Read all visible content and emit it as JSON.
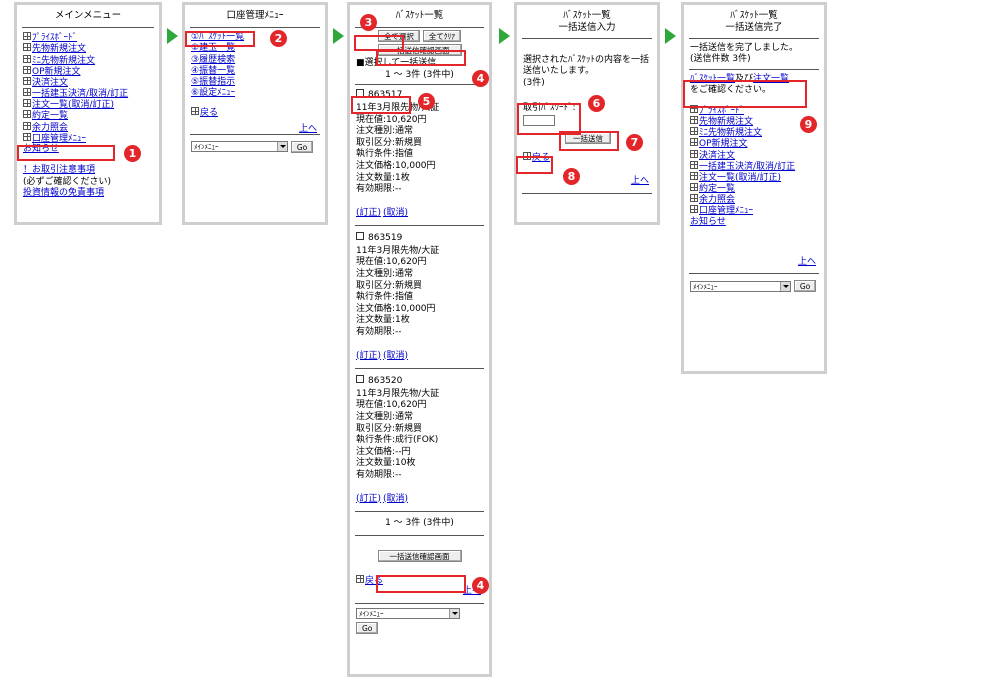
{
  "panel1": {
    "title": "メインメニュー",
    "items": [
      "ﾌﾟﾗｲｽﾎﾞｰﾄﾞ",
      "先物新規注文",
      "ﾐﾆ先物新規注文",
      "OP新規注文",
      "決済注文",
      "一括建玉決済/取消/訂正",
      "注文一覧(取消/訂正)",
      "約定一覧",
      "余力照会",
      "口座管理ﾒﾆｭｰ"
    ],
    "oshirase": "お知らせ",
    "notice_link": "！お取引注意事項",
    "notice_text": "(必ずご確認ください)",
    "disclaimer": "投資情報の免責事項"
  },
  "panel2": {
    "title": "口座管理ﾒﾆｭｰ",
    "items": [
      "①ﾊﾞｽｹｯﾄ一覧",
      "②建玉一覧",
      "③履歴検索",
      "④振替一覧",
      "⑤振替指示",
      "⑥設定ﾒﾆｭｰ"
    ],
    "back": "戻る",
    "up": "上へ",
    "select": "ﾒｲﾝﾒﾆｭｰ",
    "go": "Go"
  },
  "panel3": {
    "title": "ﾊﾞｽｹｯﾄ一覧",
    "select_all": "全て選択",
    "clear_all": "全てｸﾘｱ",
    "confirm_button": "一括送信確認画面",
    "selected_note": "■選択して一括送信",
    "range": "1 ～ 3件 (3件中)",
    "orders": [
      {
        "id": "863517",
        "lines": [
          "11年3月限先物/大証",
          "現在値:10,620円",
          "注文種別:通常",
          "取引区分:新規買",
          "執行条件:指値",
          "注文価格:10,000円",
          "注文数量:1枚",
          "有効期限:--"
        ]
      },
      {
        "id": "863519",
        "lines": [
          "11年3月限先物/大証",
          "現在値:10,620円",
          "注文種別:通常",
          "取引区分:新規買",
          "執行条件:指値",
          "注文価格:10,000円",
          "注文数量:1枚",
          "有効期限:--"
        ]
      },
      {
        "id": "863520",
        "lines": [
          "11年3月限先物/大証",
          "現在値:10,620円",
          "注文種別:通常",
          "取引区分:新規買",
          "執行条件:成行(FOK)",
          "注文価格:--円",
          "注文数量:10枚",
          "有効期限:--"
        ]
      }
    ],
    "edit": "(訂正)",
    "cancel": "(取消)",
    "back": "戻る",
    "up": "上へ",
    "select": "ﾒｲﾝﾒﾆｭｰ",
    "go": "Go"
  },
  "panel4": {
    "title_line1": "ﾊﾞｽｹｯﾄ一覧",
    "title_line2": "一括送信入力",
    "message": "選択されたﾊﾞｽｹｯﾄの内容を一括送信いたします。",
    "count": "(3件)",
    "password_label": "取引ﾊﾟｽﾜｰﾄﾞ:",
    "send_button": "一括送信",
    "back": "戻る",
    "up": "上へ"
  },
  "panel5": {
    "title_line1": "ﾊﾞｽｹｯﾄ一覧",
    "title_line2": "一括送信完了",
    "message": "一括送信を完了しました。",
    "count": "(送信件数 3件)",
    "link1": "ﾊﾞｽｹｯﾄ一覧",
    "and": "及び",
    "link2": "注文一覧",
    "confirm": "をご確認ください。",
    "items": [
      "ﾌﾟﾗｲｽﾎﾞｰﾄﾞ",
      "先物新規注文",
      "ﾐﾆ先物新規注文",
      "OP新規注文",
      "決済注文",
      "一括建玉決済/取消/訂正",
      "注文一覧(取消/訂正)",
      "約定一覧",
      "余力照会",
      "口座管理ﾒﾆｭｰ"
    ],
    "oshirase": "お知らせ",
    "up": "上へ",
    "select": "ﾒｲﾝﾒﾆｭｰ",
    "go": "Go"
  },
  "markers": [
    "1",
    "2",
    "3",
    "4",
    "5",
    "6",
    "7",
    "8",
    "9"
  ],
  "colors": {
    "accent_red": "#e3262a",
    "arrow_green": "#2fa83b",
    "panel_border": "#cfcfcf",
    "link_blue": "#0000cc"
  }
}
